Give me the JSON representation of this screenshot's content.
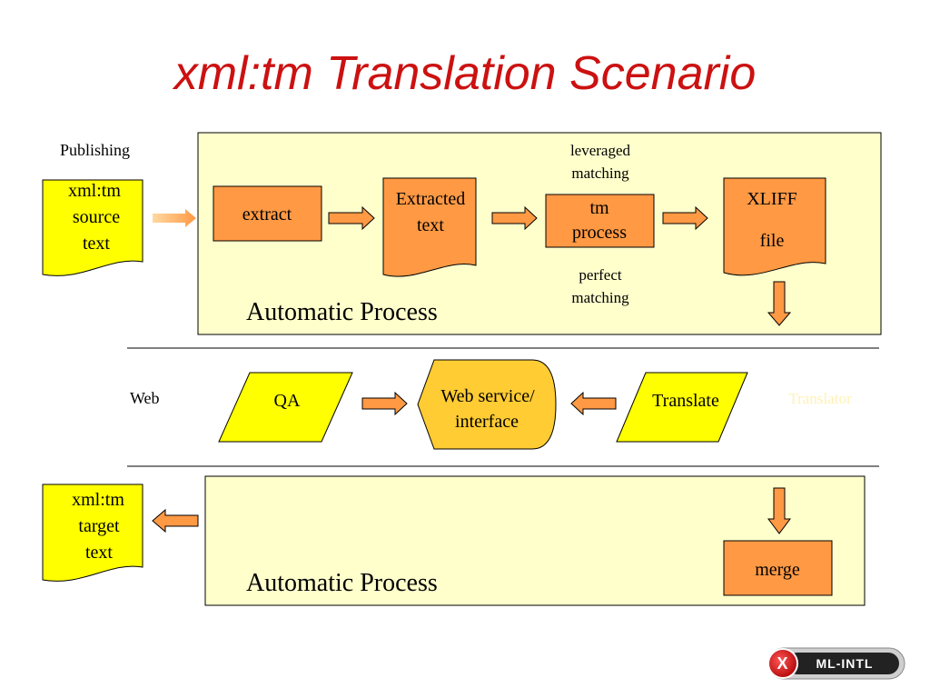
{
  "title": "xml:tm Translation Scenario",
  "colors": {
    "title": "#cc1111",
    "panel_fill": "#ffffcc",
    "process_fill": "#ff9944",
    "doc_yellow": "#ffff00",
    "web_service_fill": "#ffcc33",
    "arrow_fill": "#ff9944"
  },
  "sections": {
    "publishing_label": "Publishing",
    "web_label": "Web"
  },
  "top_panel": {
    "source_doc": [
      "xml:tm",
      "source",
      "text"
    ],
    "extract": "extract",
    "extracted_text": [
      "Extracted",
      "text"
    ],
    "leveraged": [
      "leveraged",
      "matching"
    ],
    "tm_process": [
      "tm",
      "process"
    ],
    "perfect": [
      "perfect",
      "matching"
    ],
    "xliff": [
      "XLIFF",
      "file"
    ],
    "footer": "Automatic Process"
  },
  "web_row": {
    "qa": "QA",
    "web_service": [
      "Web service/",
      "interface"
    ],
    "translate": "Translate",
    "faded_label": "Translator"
  },
  "bottom_panel": {
    "target_doc": [
      "xml:tm",
      "target",
      "text"
    ],
    "merge": "merge",
    "footer": "Automatic Process"
  },
  "logo": {
    "mark": "X",
    "text": "ML-INTL"
  }
}
